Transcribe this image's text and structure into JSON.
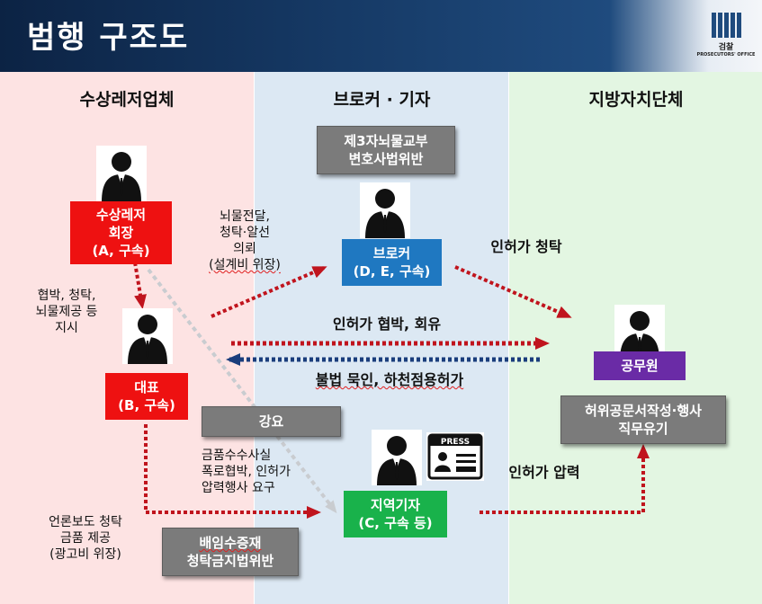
{
  "header": {
    "title": "범행 구조도",
    "logo": {
      "name": "검찰",
      "subtitle": "PROSECUTORS' OFFICE"
    }
  },
  "columns": {
    "left": "수상레저업체",
    "middle": "브로커 · 기자",
    "right": "지방자치단체"
  },
  "nodes": {
    "chairman": {
      "line1": "수상레저",
      "line2": "회장",
      "line3": "(A, 구속)"
    },
    "ceo": {
      "line1": "대표",
      "line2": "(B, 구속)"
    },
    "broker": {
      "line1": "브로커",
      "line2": "(D, E, 구속)"
    },
    "reporter": {
      "line1": "지역기자",
      "line2": "(C, 구속 등)"
    },
    "official": {
      "line1": "공무원"
    }
  },
  "tags": {
    "broker_crime": {
      "line1": "제3자뇌물교부",
      "line2": "변호사법위반"
    },
    "coercion": "강요",
    "reporter_crime": {
      "line1": "배임수증재",
      "line2": "청탁금지법위반"
    },
    "official_crime": {
      "line1": "허위공문서작성·행사",
      "line2": "직무유기"
    }
  },
  "labels": {
    "order": [
      "협박, 청탁,",
      "뇌물제공 등",
      "지시"
    ],
    "bribe": [
      "뇌물전달,",
      "청탁·알선",
      "의뢰",
      "(설계비 위장)"
    ],
    "permit_request": "인허가 청탁",
    "threat_lobby": "인허가 협박, 회유",
    "condone": "불법 묵인, 하천점용허가",
    "extort": [
      "금품수수사실",
      "폭로협박, 인허가",
      "압력행사 요구"
    ],
    "pressure": "인허가 압력",
    "press_report": [
      "언론보도 청탁",
      "금품 제공",
      "(광고비 위장)"
    ],
    "press_badge": "PRESS"
  },
  "colors": {
    "arrow_red": "#c0141d",
    "arrow_navy": "#1a3d7c",
    "arrow_gray": "#c9ccd0"
  },
  "icons": [
    "person-silhouette-icon",
    "press-card-icon",
    "prosecutors-logo-icon"
  ]
}
